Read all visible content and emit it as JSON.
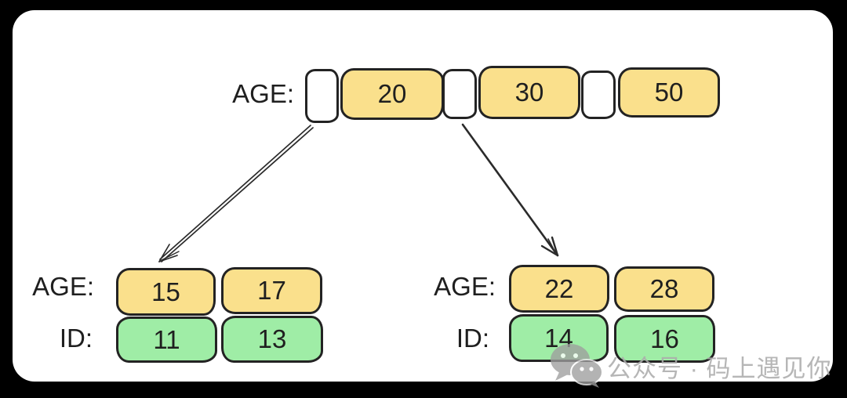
{
  "colors": {
    "background": "#000000",
    "card": "#ffffff",
    "key_fill": "#FAE08C",
    "id_fill": "#9FEDA6",
    "stroke": "#232323",
    "text": "#1f1f1f",
    "watermark": "#acacac"
  },
  "diagram": {
    "type": "btree-index",
    "root": {
      "label": "AGE:",
      "keys": [
        "20",
        "30",
        "50"
      ],
      "pointer_cells": 3
    },
    "left_leaf": {
      "age_label": "AGE:",
      "id_label": "ID:",
      "ages": [
        "15",
        "17"
      ],
      "ids": [
        "11",
        "13"
      ]
    },
    "right_leaf": {
      "age_label": "AGE:",
      "id_label": "ID:",
      "ages": [
        "22",
        "28"
      ],
      "ids": [
        "14",
        "16"
      ]
    },
    "edges": [
      {
        "from": "root-pointer-1",
        "to": "left-leaf"
      },
      {
        "from": "root-pointer-2",
        "to": "right-leaf"
      }
    ]
  },
  "watermark": {
    "icon": "wechat-icon",
    "text": "公众号 · 码上遇见你"
  }
}
